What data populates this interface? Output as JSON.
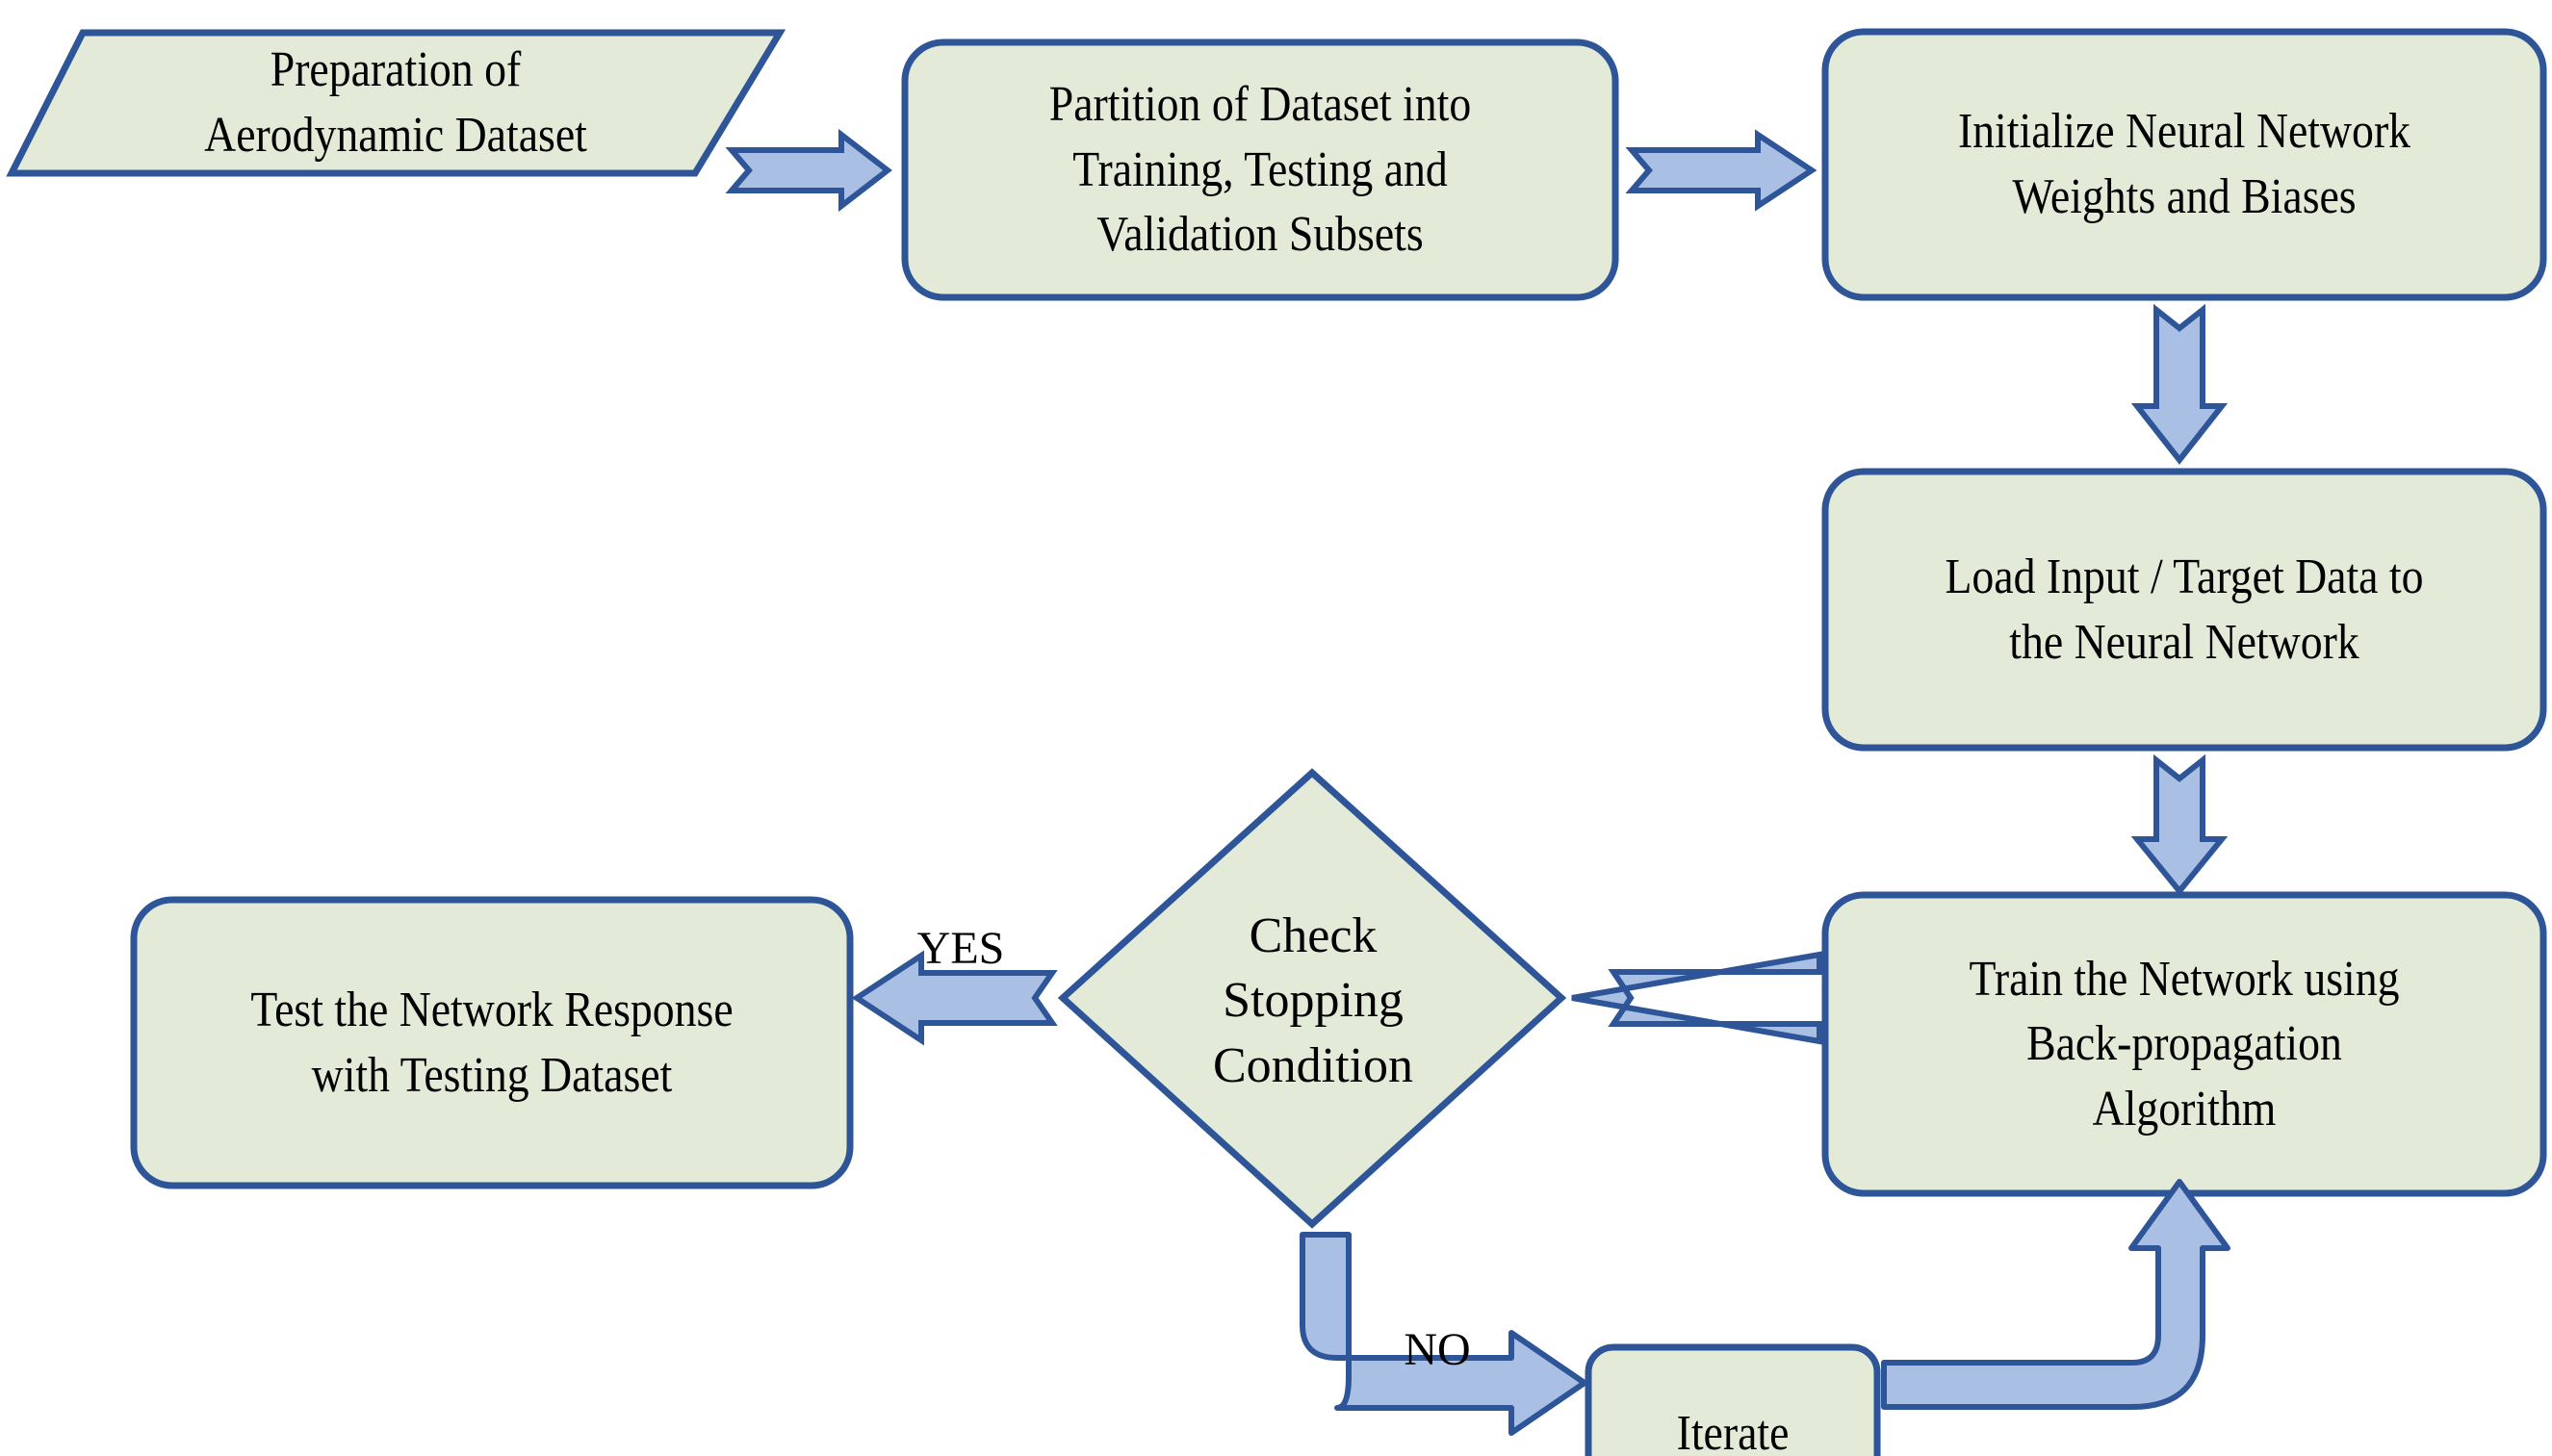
{
  "diagram": {
    "title": "Neural Network Training Flowchart",
    "type": "flowchart",
    "colors": {
      "node_fill": "#e3ebd8",
      "node_stroke": "#2e5597",
      "arrow_fill": "#a9bfe3",
      "arrow_stroke": "#2e5597",
      "text": "#000000",
      "background": "#ffffff"
    },
    "nodes": [
      {
        "id": "prepare-dataset",
        "shape": "parallelogram",
        "text": "Preparation of\nAerodynamic Dataset"
      },
      {
        "id": "partition-dataset",
        "shape": "rounded-rectangle",
        "text": "Partition of Dataset into\nTraining, Testing and\nValidation Subsets"
      },
      {
        "id": "initialize-network",
        "shape": "rounded-rectangle",
        "text": "Initialize Neural Network\nWeights and Biases"
      },
      {
        "id": "load-data",
        "shape": "rounded-rectangle",
        "text": "Load Input / Target Data to\nthe Neural Network"
      },
      {
        "id": "train-network",
        "shape": "rounded-rectangle",
        "text": "Train the Network using\nBack-propagation\nAlgorithm"
      },
      {
        "id": "check-stopping-condition",
        "shape": "diamond",
        "text": "Check\nStopping\nCondition"
      },
      {
        "id": "test-network",
        "shape": "rounded-rectangle",
        "text": "Test the Network Response\nwith Testing Dataset"
      },
      {
        "id": "iterate",
        "shape": "rounded-rectangle",
        "text": "Iterate"
      }
    ],
    "edges": [
      {
        "id": "prepare-to-partition",
        "from": "prepare-dataset",
        "to": "partition-dataset",
        "label": "",
        "direction": "right"
      },
      {
        "id": "partition-to-initialize",
        "from": "partition-dataset",
        "to": "initialize-network",
        "label": "",
        "direction": "right"
      },
      {
        "id": "initialize-to-load",
        "from": "initialize-network",
        "to": "load-data",
        "label": "",
        "direction": "down"
      },
      {
        "id": "load-to-train",
        "from": "load-data",
        "to": "train-network",
        "label": "",
        "direction": "down"
      },
      {
        "id": "train-to-check",
        "from": "train-network",
        "to": "check-stopping-condition",
        "label": "",
        "direction": "left"
      },
      {
        "id": "check-to-test",
        "from": "check-stopping-condition",
        "to": "test-network",
        "label": "YES",
        "direction": "left"
      },
      {
        "id": "check-to-iterate",
        "from": "check-stopping-condition",
        "to": "iterate",
        "label": "NO",
        "direction": "elbow-down-right"
      },
      {
        "id": "iterate-to-train",
        "from": "iterate",
        "to": "train-network",
        "label": "",
        "direction": "elbow-right-up"
      }
    ]
  }
}
